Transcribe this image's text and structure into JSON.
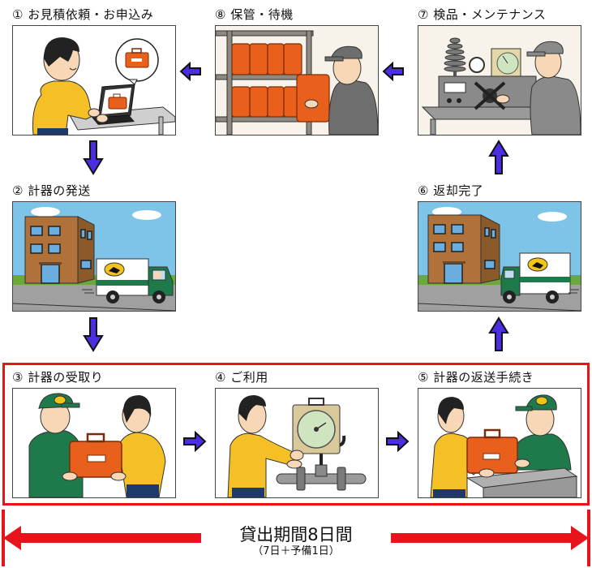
{
  "title": "計器レンタルの流れ",
  "steps": [
    {
      "number": "①",
      "label": "① お見積依頼・お申込み",
      "scene": "person-ordering-on-laptop"
    },
    {
      "number": "②",
      "label": "② 計器の発送",
      "scene": "delivery-truck-leaving-office"
    },
    {
      "number": "③",
      "label": "③ 計器の受取り",
      "scene": "courier-handing-case-to-customer"
    },
    {
      "number": "④",
      "label": "④ ご利用",
      "scene": "customer-using-chart-recorder"
    },
    {
      "number": "⑤",
      "label": "⑤ 計器の返送手続き",
      "scene": "customer-handing-case-to-courier"
    },
    {
      "number": "⑥",
      "label": "⑥ 返却完了",
      "scene": "delivery-truck-arriving-office"
    },
    {
      "number": "⑦",
      "label": "⑦ 検品・メンテナンス",
      "scene": "technician-calibrating-instrument"
    },
    {
      "number": "⑧",
      "label": "⑧ 保管・待機",
      "scene": "worker-storing-cases-on-shelf"
    }
  ],
  "rental_period": {
    "label": "貸出期間8日間",
    "detail": "（7日＋予備1日）",
    "covers_steps": [
      "③",
      "④",
      "⑤"
    ]
  },
  "colors": {
    "flow_arrow": "#4a2ee0",
    "rental_period": "#e8141b",
    "case": "#e8601c",
    "courier_uniform": "#1e7a4a",
    "customer_shirt": "#f5c026"
  }
}
